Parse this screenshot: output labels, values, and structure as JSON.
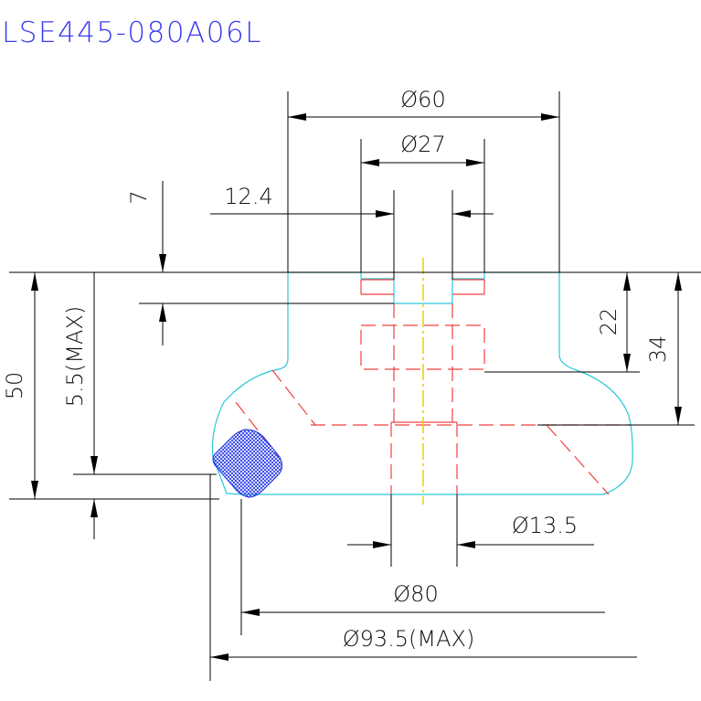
{
  "title": "LSE445-080A06L",
  "colors": {
    "title": "#3b3bf0",
    "dimension": "#000000",
    "outline": "#29c7d8",
    "hidden": "#f04040",
    "centerline": "#e8d000",
    "hatch": "#1e32e6"
  },
  "dimensions": {
    "d60": "Ø60",
    "d27": "Ø27",
    "v12_4": "12.4",
    "v7": "7",
    "v22": "22",
    "v34": "34",
    "v50": "50",
    "v5_5": "5.5(MAX)",
    "d13_5": "Ø13.5",
    "d80": "Ø80",
    "d93_5": "Ø93.5(MAX)"
  }
}
